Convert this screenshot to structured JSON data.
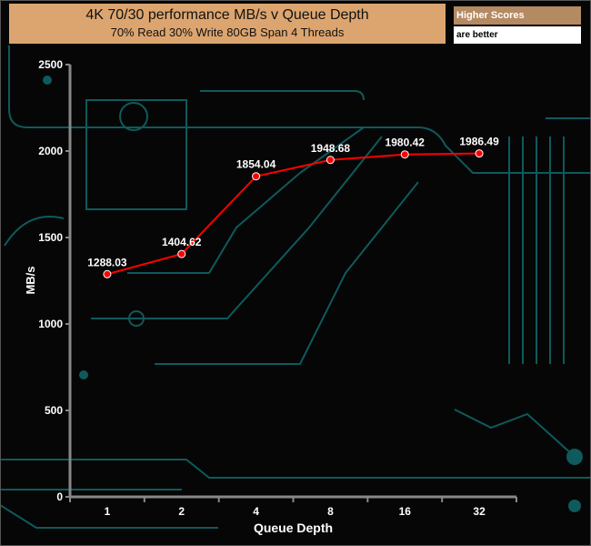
{
  "header": {
    "title": "4K 70/30 performance MB/s v Queue Depth",
    "subtitle": "70% Read 30% Write 80GB Span 4 Threads",
    "badge_top": "Higher Scores",
    "badge_bottom": "are better"
  },
  "chart_data": {
    "type": "line",
    "title": "4K 70/30 performance MB/s v Queue Depth",
    "subtitle": "70% Read 30% Write 80GB Span 4 Threads",
    "xlabel": "Queue Depth",
    "ylabel": "MB/s",
    "categories": [
      "1",
      "2",
      "4",
      "8",
      "16",
      "32"
    ],
    "series": [
      {
        "name": "MB/s",
        "values": [
          1288.03,
          1404.62,
          1854.04,
          1948.68,
          1980.42,
          1986.49
        ],
        "color": "#ff0000"
      }
    ],
    "ylim": [
      0,
      2500
    ],
    "yticks": [
      0,
      500,
      1000,
      1500,
      2000,
      2500
    ],
    "grid": false,
    "colors": {
      "line": "#ff0000",
      "axis": "#888888",
      "background": "#060606",
      "circuit": "#0e5a5c",
      "title_bg": "#dca56f"
    }
  }
}
